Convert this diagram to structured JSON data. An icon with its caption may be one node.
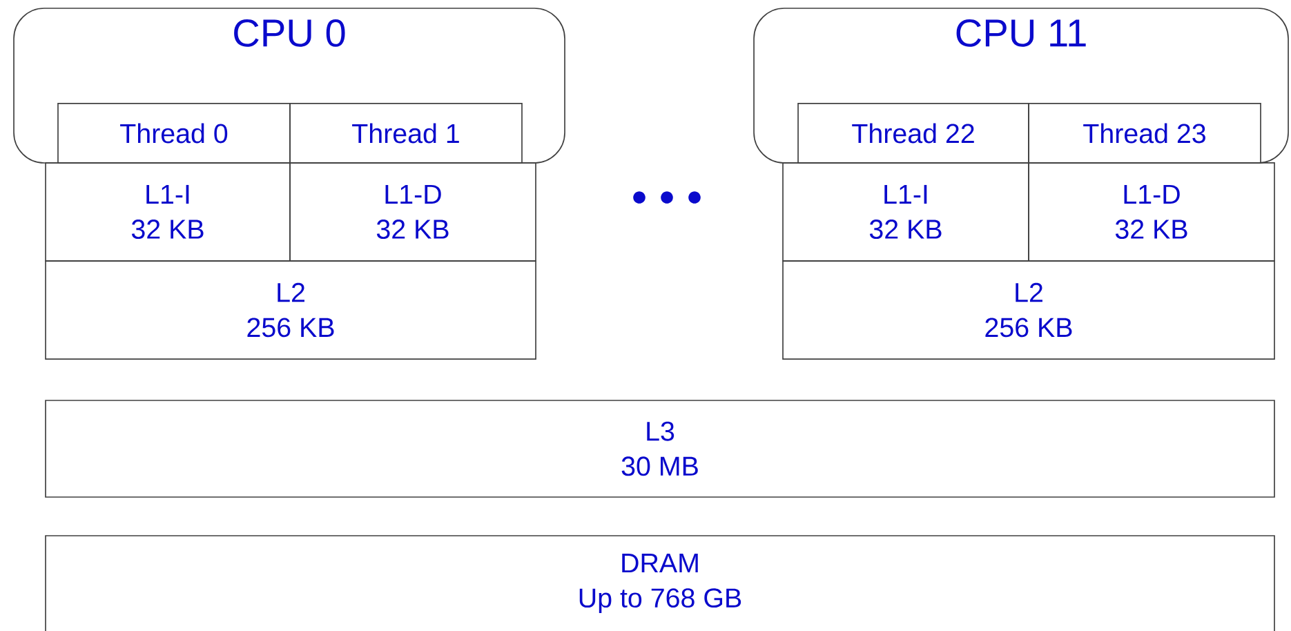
{
  "diagram": {
    "nodes": [
      {
        "text": [
          "CPU 0"
        ]
      },
      {
        "text": [
          "Thread 0"
        ],
        "in": 0
      },
      {
        "text": [
          "Thread 1"
        ],
        "in": 0
      },
      {
        "text": [
          "L1-I",
          "32 KB"
        ]
      },
      {
        "text": [
          "L1-D",
          "32 KB"
        ]
      },
      {
        "text": [
          "L2",
          "256 KB"
        ]
      },
      {
        "text": [
          "CPU 11"
        ]
      },
      {
        "text": [
          "Thread 22"
        ],
        "in": 6
      },
      {
        "text": [
          "Thread 23"
        ],
        "in": 6
      },
      {
        "text": [
          "L1-I",
          "32 KB"
        ]
      },
      {
        "text": [
          "L1-D",
          "32 KB"
        ]
      },
      {
        "text": [
          "L2",
          "256 KB"
        ]
      },
      {
        "text": [
          "L3",
          "30 MB"
        ]
      },
      {
        "text": [
          "DRAM",
          "Up to 768 GB"
        ]
      }
    ]
  }
}
